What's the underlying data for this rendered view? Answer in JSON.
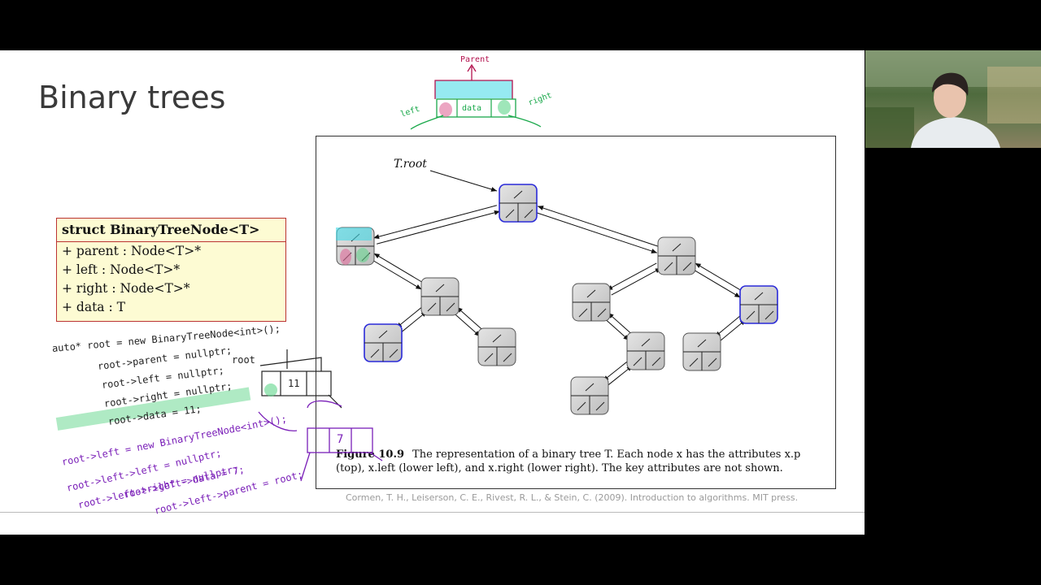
{
  "slide": {
    "title": "Binary trees",
    "struct": {
      "header": "struct BinaryTreeNode<T>",
      "fields": [
        "+ parent : Node<T>*",
        "+ left : Node<T>*",
        "+ right : Node<T>*",
        "+ data : T"
      ]
    },
    "figure": {
      "root_label": "T.root",
      "caption_label": "Figure 10.9",
      "caption_text": "The representation of a binary tree T. Each node x has the attributes x.p (top), x.left (lower left), and x.right (lower right). The key attributes are not shown."
    },
    "citation": "Cormen, T. H., Leiserson, C. E., Rivest, R. L., & Stein, C. (2009). Introduction to algorithms. MIT press."
  },
  "annotations": {
    "top_diagram": {
      "parent": "Parent",
      "left": "left",
      "data": "data",
      "right": "right"
    },
    "black_code": [
      "auto* root = new BinaryTreeNode<int>();",
      "root->parent = nullptr;",
      "root->left = nullptr;",
      "root->right = nullptr;",
      "root->data = 11;"
    ],
    "root_label": "root",
    "node_value": "11",
    "new_node_value": "7",
    "purple_code": [
      "root->left = new BinaryTreeNode<int>();",
      "root->left->left = nullptr;",
      "root->left->right = nullptr;",
      "root->left->data = 7;",
      "root->left->parent = root;"
    ]
  },
  "colors": {
    "ink_purple": "#7a1fb8",
    "ink_red": "#b3124e",
    "ink_green": "#19a84a",
    "highlight_cyan": "#3fd9e6",
    "highlight_pink": "#e06a9a",
    "highlight_green": "#5fd68a",
    "node_outline_blue": "#2a2ad8"
  },
  "webcam": {
    "icon": "person-video-feed"
  }
}
